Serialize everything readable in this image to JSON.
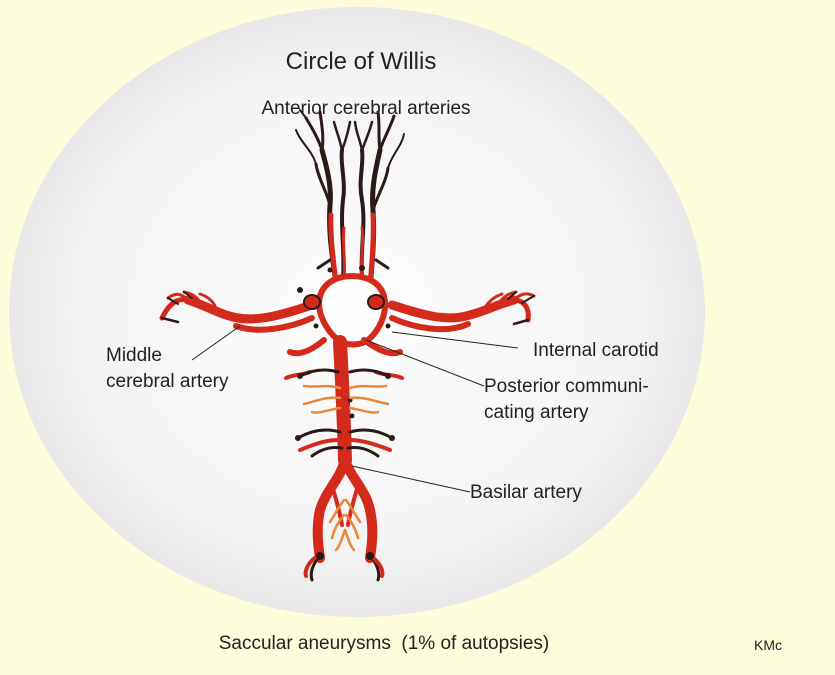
{
  "title": "Circle of Willis",
  "labels": {
    "anterior": "Anterior cerebral arteries",
    "middle_line1": "Middle",
    "middle_line2": "cerebral artery",
    "carotid": "Internal carotid",
    "posterior_line1": "Posterior communi-",
    "posterior_line2": "cating artery",
    "basilar": "Basilar artery"
  },
  "caption": "Saccular aneurysms  (1% of autopsies)",
  "credit": "KMc",
  "colors": {
    "background": "#fdfddc",
    "artery": "#d42a1c",
    "vessel_dark": "#2a1a18",
    "branch_orange": "#e8883a",
    "ellipse_center": "#fdfdfd",
    "ellipse_edge": "#e4e4e4"
  }
}
